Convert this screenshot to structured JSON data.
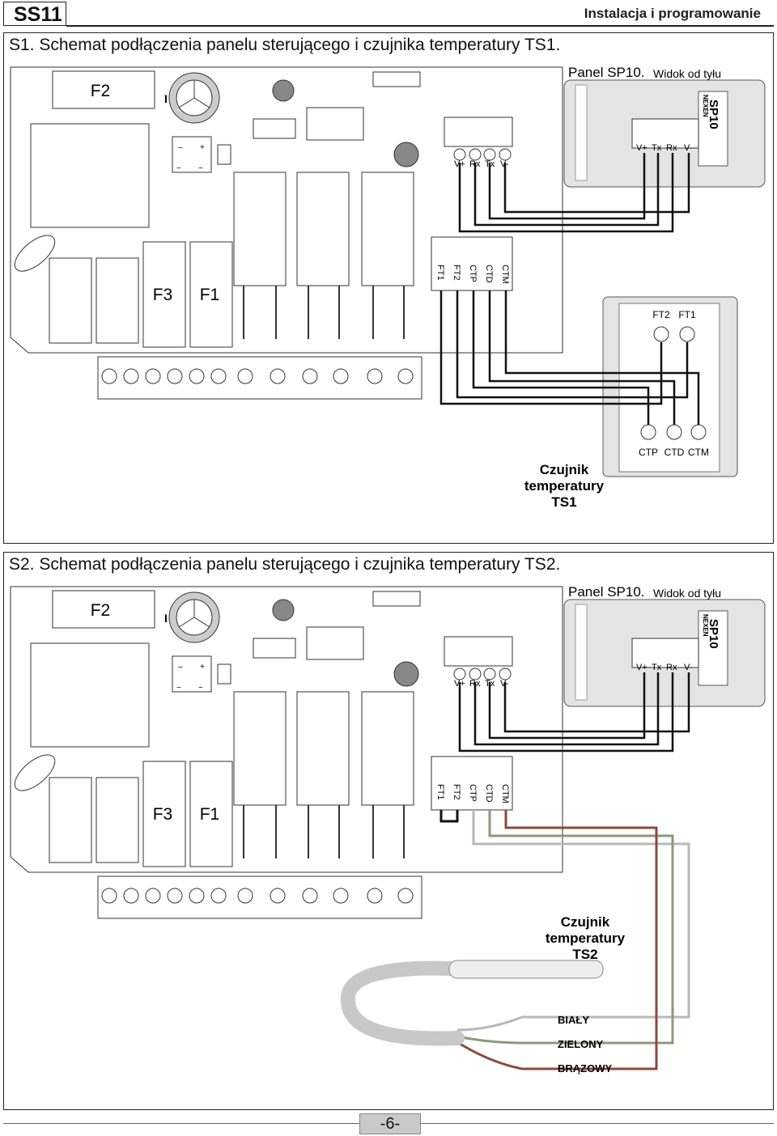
{
  "header": {
    "code": "SS11",
    "title": "Instalacja i programowanie"
  },
  "s1": {
    "title": "S1. Schemat podłączenia panelu sterującego i czujnika temperatury TS1.",
    "fuses": {
      "f2": "F2",
      "f3": "F3",
      "f1": "F1"
    },
    "panel_title": "Panel SP10.",
    "panel_subtitle": "Widok od tyłu",
    "panel_terminals": [
      "V+",
      "Tx",
      "Rx",
      "V-"
    ],
    "board_serial": [
      "V+",
      "Rx",
      "Tx",
      "V-"
    ],
    "board_sensor": [
      "FT1",
      "FT2",
      "CTP",
      "CTD",
      "CTM"
    ],
    "sp10_brand": "NEXEN",
    "sp10_model": "SP10",
    "box_top_labels": [
      "FT2",
      "FT1"
    ],
    "box_bottom_labels": [
      "CTP",
      "CTD",
      "CTM"
    ],
    "sensor_label": [
      "Czujnik",
      "temperatury",
      "TS1"
    ]
  },
  "s2": {
    "title": "S2. Schemat podłączenia panelu sterującego i czujnika temperatury TS2.",
    "fuses": {
      "f2": "F2",
      "f3": "F3",
      "f1": "F1"
    },
    "panel_title": "Panel SP10.",
    "panel_subtitle": "Widok od tyłu",
    "panel_terminals": [
      "V+",
      "Tx",
      "Rx",
      "V-"
    ],
    "board_serial": [
      "V+",
      "Rx",
      "Tx",
      "V-"
    ],
    "board_sensor": [
      "FT1",
      "FT2",
      "CTP",
      "CTD",
      "CTM"
    ],
    "sp10_brand": "NEXEN",
    "sp10_model": "SP10",
    "sensor_label": [
      "Czujnik",
      "temperatury",
      "TS2"
    ],
    "wires": [
      {
        "label": "BIAŁY",
        "color": "#b8b8b8"
      },
      {
        "label": "ZIELONY",
        "color": "#8a9a78"
      },
      {
        "label": "BRĄZOWY",
        "color": "#8b4a3a"
      }
    ]
  },
  "footer": {
    "page": "-6-"
  },
  "colors": {
    "gray_fill": "#d9d9d9",
    "panel_fill": "#e4e4e4",
    "line": "#222222"
  }
}
